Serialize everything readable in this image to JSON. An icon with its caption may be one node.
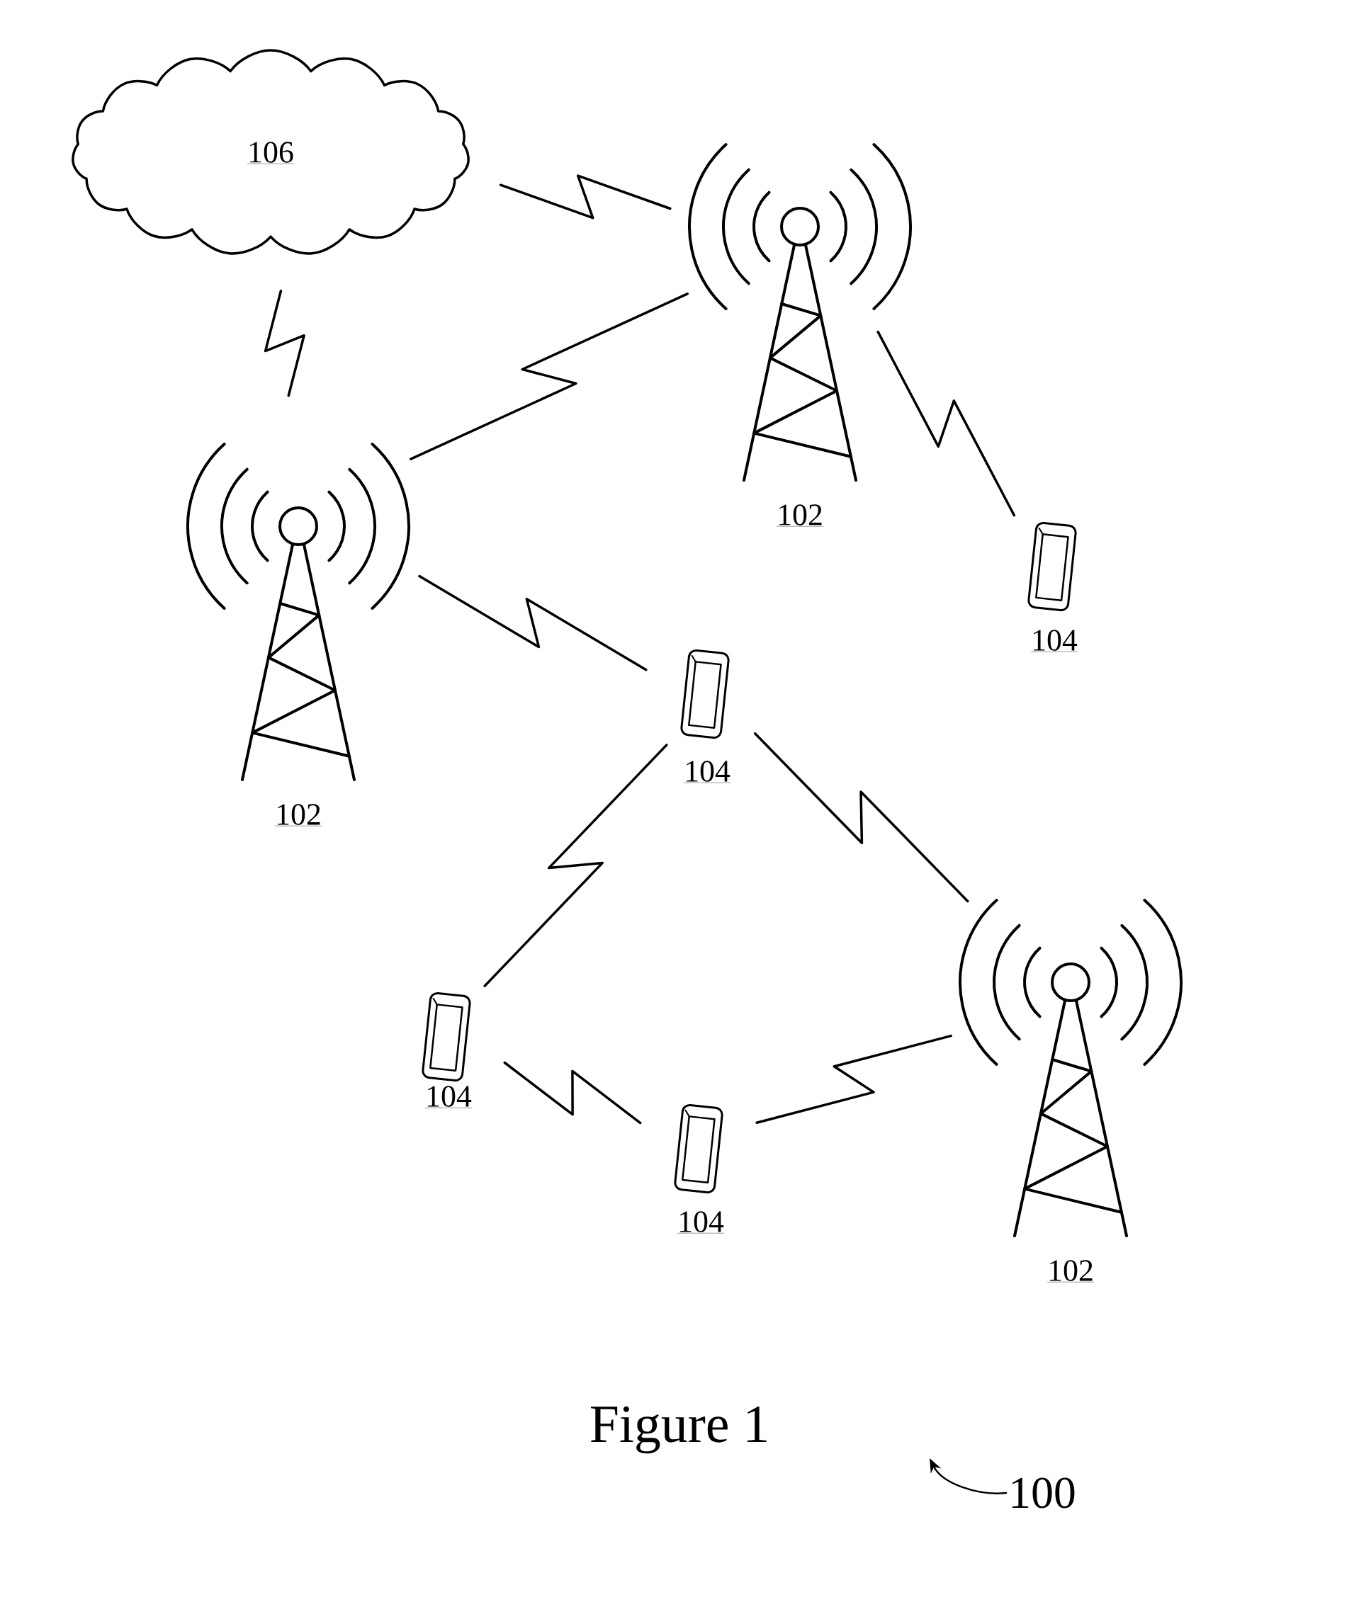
{
  "diagram": {
    "caption": "Figure 1",
    "nodes": [
      {
        "text": [
          "106"
        ]
      },
      {
        "text": [
          "102"
        ]
      },
      {
        "text": [
          "102"
        ]
      },
      {
        "text": [
          "104"
        ]
      },
      {
        "text": [
          "104"
        ]
      },
      {
        "text": [
          "104"
        ]
      },
      {
        "text": [
          "104"
        ]
      },
      {
        "text": [
          "102"
        ]
      },
      {
        "text": [
          "100"
        ]
      }
    ],
    "edges": [
      {
        "from": 0,
        "to": 1,
        "arrow": "none"
      },
      {
        "from": 0,
        "to": 2,
        "arrow": "none"
      },
      {
        "from": 1,
        "to": 2,
        "arrow": "none"
      },
      {
        "from": 1,
        "to": 3,
        "arrow": "none"
      },
      {
        "from": 2,
        "to": 4,
        "arrow": "none"
      },
      {
        "from": 4,
        "to": 7,
        "arrow": "none"
      },
      {
        "from": 4,
        "to": 5,
        "arrow": "none"
      },
      {
        "from": 5,
        "to": 6,
        "arrow": "none"
      },
      {
        "from": 6,
        "to": 7,
        "arrow": "none"
      },
      {
        "from": 8,
        "to": null,
        "arrow": "to"
      }
    ]
  }
}
